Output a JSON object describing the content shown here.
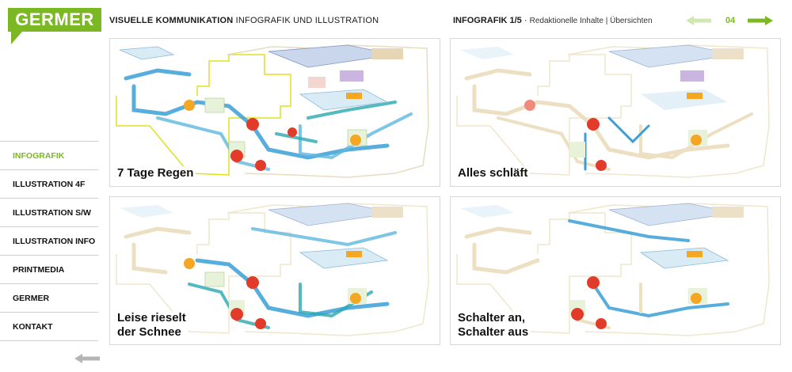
{
  "logo": {
    "text": "GERMER",
    "color": "#7cb823"
  },
  "header": {
    "title_bold": "VISUELLE KOMMUNIKATION",
    "title_rest": "INFOGRAFIK UND ILLUSTRATION",
    "section": "INFOGRAFIK 1/5",
    "dot": "·",
    "subtitle": "Redaktionelle Inhalte  |  Übersichten",
    "page": "04",
    "prev_icon": "arrow-left-icon",
    "next_icon": "arrow-right-icon"
  },
  "nav": {
    "items": [
      {
        "label": "INFOGRAFIK",
        "active": true
      },
      {
        "label": "ILLUSTRATION 4F",
        "active": false
      },
      {
        "label": "ILLUSTRATION S/W",
        "active": false
      },
      {
        "label": "ILLUSTRATION INFO",
        "active": false
      },
      {
        "label": "PRINTMEDIA",
        "active": false
      },
      {
        "label": "GERMER",
        "active": false
      },
      {
        "label": "KONTAKT",
        "active": false
      }
    ],
    "back_icon": "arrow-left-icon"
  },
  "panels": [
    {
      "caption": "7 Tage Regen"
    },
    {
      "caption": "Alles schläft"
    },
    {
      "caption_lines": [
        "Leise rieselt",
        "der Schnee"
      ]
    },
    {
      "caption_lines": [
        "Schalter an,",
        "Schalter aus"
      ]
    }
  ],
  "colors": {
    "accent": "#7cb823",
    "arrow_light": "#cfe8b0",
    "pipe_blue": "#3a9fd6",
    "pipe_faint": "#e8dcc0",
    "outline_yellow": "#e0e020",
    "block_blue": "#d9ecf6",
    "red": "#e23b2a",
    "orange": "#f5a623"
  }
}
